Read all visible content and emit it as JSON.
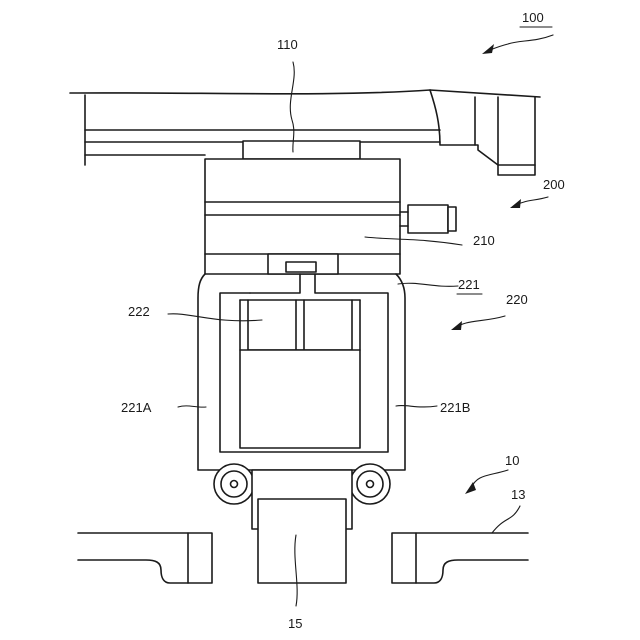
{
  "labels": {
    "l100": "100",
    "l110": "110",
    "l200": "200",
    "l210": "210",
    "l221": "221",
    "l220": "220",
    "l222": "222",
    "l221A": "221A",
    "l221B": "221B",
    "l10": "10",
    "l13": "13",
    "l15": "15"
  },
  "colors": {
    "line": "#1a1a1a",
    "background": "#ffffff"
  }
}
